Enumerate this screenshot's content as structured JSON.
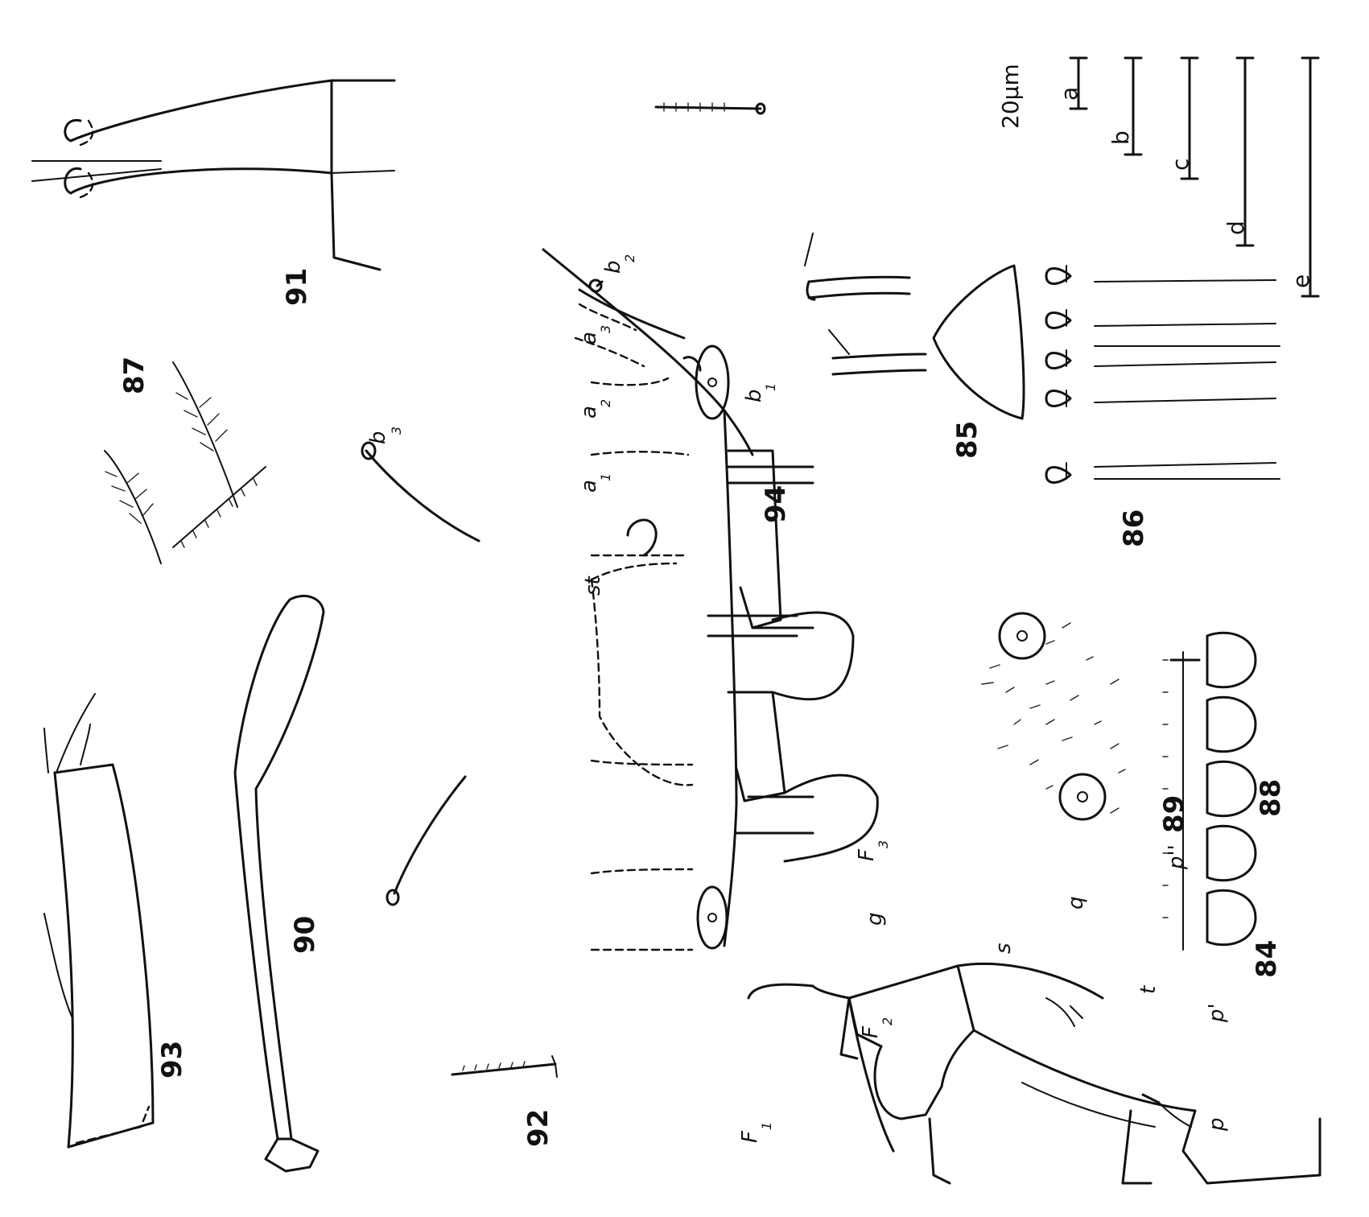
{
  "figure_numbers": {
    "f84": "84",
    "f85": "85",
    "f86": "86",
    "f87": "87",
    "f88": "88",
    "f89": "89",
    "f90": "90",
    "f91": "91",
    "f92": "92",
    "f93": "93",
    "f94": "94"
  },
  "labels_94": {
    "a1": "a",
    "a1_sub": "1",
    "a2": "a",
    "a2_sub": "2",
    "a3": "a",
    "a3_sub": "3",
    "b1": "b",
    "b1_sub": "1",
    "b2": "b",
    "b2_sub": "2",
    "b3": "b",
    "b3_sub": "3",
    "st": "st"
  },
  "labels_84": {
    "F1": "F",
    "F1_sub": "1",
    "F2": "F",
    "F2_sub": "2",
    "F3": "F",
    "F3_sub": "3",
    "g": "g",
    "s": "s",
    "q": "q",
    "t": "t",
    "p": "p",
    "p1": "p'",
    "p2": "p''"
  },
  "scale_bars": {
    "unit": "20μm",
    "bars": [
      "a",
      "b",
      "c",
      "d",
      "e"
    ]
  }
}
